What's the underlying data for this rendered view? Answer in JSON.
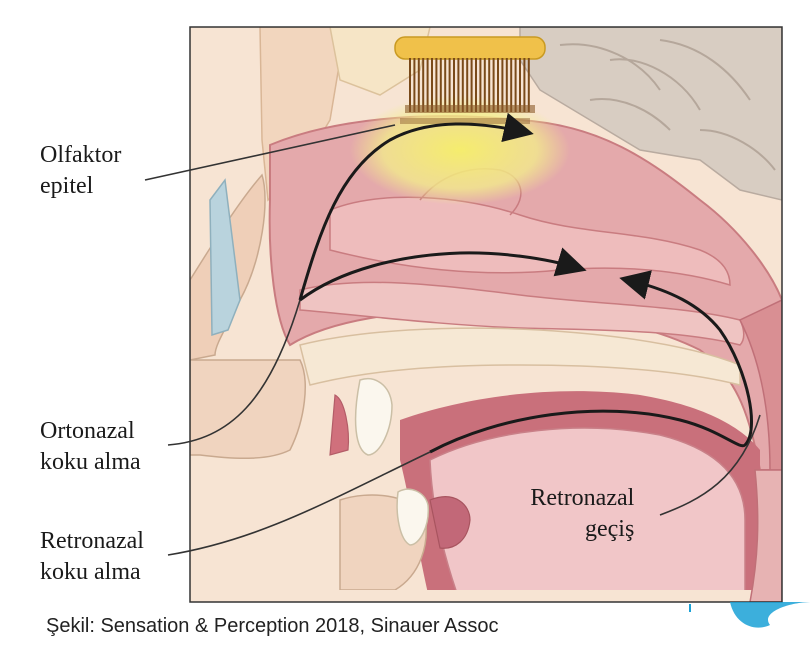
{
  "labels": {
    "olfactory_line1": "Olfaktor",
    "olfactory_line2": "epitel",
    "orthonasal_line1": "Ortonazal",
    "orthonasal_line2": "koku alma",
    "retronasal_smell_line1": "Retronazal",
    "retronasal_smell_line2": "koku alma",
    "retronasal_passage_line1": "Retronazal",
    "retronasal_passage_line2": "geçiş"
  },
  "caption": "Şekil: Sensation & Perception 2018, Sinauer Assoc",
  "colors": {
    "olfactory_highlight": "#f3ee6e",
    "tissue_pink": "#e3a6a8",
    "tissue_dark": "#c8707a",
    "skin": "#f5dcc8",
    "brain": "#d9cfc4",
    "bone": "#f6e7cf",
    "accent_corner": "#1aa1d6"
  }
}
